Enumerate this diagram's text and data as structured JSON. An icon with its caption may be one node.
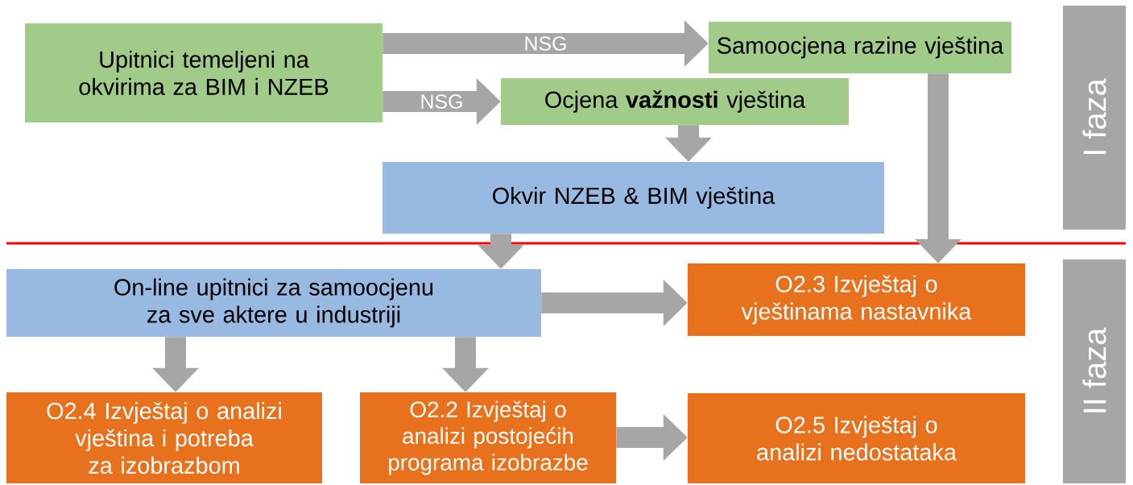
{
  "diagram": {
    "nodes": [
      {
        "text": [
          "Upitnici temeljeni na okvirima za BIM i NZEB"
        ]
      },
      {
        "text": [
          "Samoocjena razine vještina"
        ]
      },
      {
        "text": [
          "Ocjena **važnosti** vještina"
        ]
      },
      {
        "text": [
          "Okvir NZEB & BIM vještina"
        ]
      },
      {
        "text": [
          "On-line upitnici za samoocjenu za sve aktere u industriji"
        ]
      },
      {
        "text": [
          "O2.3 Izvještaj o vještinama nastavnika"
        ]
      },
      {
        "text": [
          "O2.4 Izvještaj o analizi vještina i potreba za izobrazbom"
        ]
      },
      {
        "text": [
          "O2.2 Izvještaj o analizi postojećih programa izobrazbe"
        ]
      },
      {
        "text": [
          "O2.5 Izvještaj o analizi nedostataka"
        ]
      },
      {
        "text": [
          "I faza"
        ]
      },
      {
        "text": [
          "II faza"
        ]
      }
    ],
    "edges": [
      {
        "from": 0,
        "to": 1,
        "arrow": "to",
        "label": "NSG"
      },
      {
        "from": 0,
        "to": 2,
        "arrow": "to",
        "label": "NSG"
      },
      {
        "from": 2,
        "to": 3,
        "arrow": "to"
      },
      {
        "from": 3,
        "to": 4,
        "arrow": "to"
      },
      {
        "from": 1,
        "to": 5,
        "arrow": "to"
      },
      {
        "from": 4,
        "to": 5,
        "arrow": "to"
      },
      {
        "from": 4,
        "to": 6,
        "arrow": "to"
      },
      {
        "from": 4,
        "to": 7,
        "arrow": "to"
      },
      {
        "from": 7,
        "to": 8,
        "arrow": "to"
      }
    ]
  }
}
